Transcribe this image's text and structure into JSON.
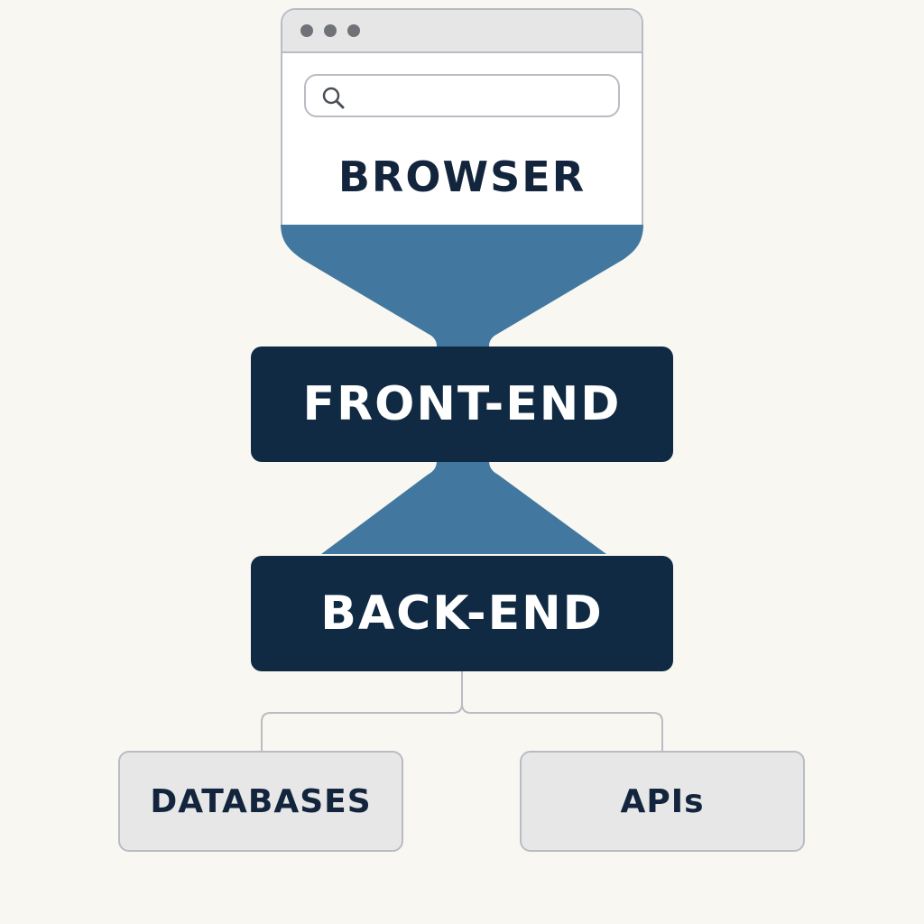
{
  "colors": {
    "background": "#f9f7f2",
    "funnel": "#42789f",
    "dark_box": "#0f2a42",
    "dark_box_text": "#ffffff",
    "light_box": "#e7e7e8",
    "border": "#b9bcc2",
    "text": "#13253d"
  },
  "browser": {
    "label": "BROWSER",
    "search_icon": "search-icon"
  },
  "frontend": {
    "label": "FRONT-END"
  },
  "backend": {
    "label": "BACK-END"
  },
  "leaves": [
    {
      "label": "DATABASES"
    },
    {
      "label": "APIs"
    }
  ]
}
